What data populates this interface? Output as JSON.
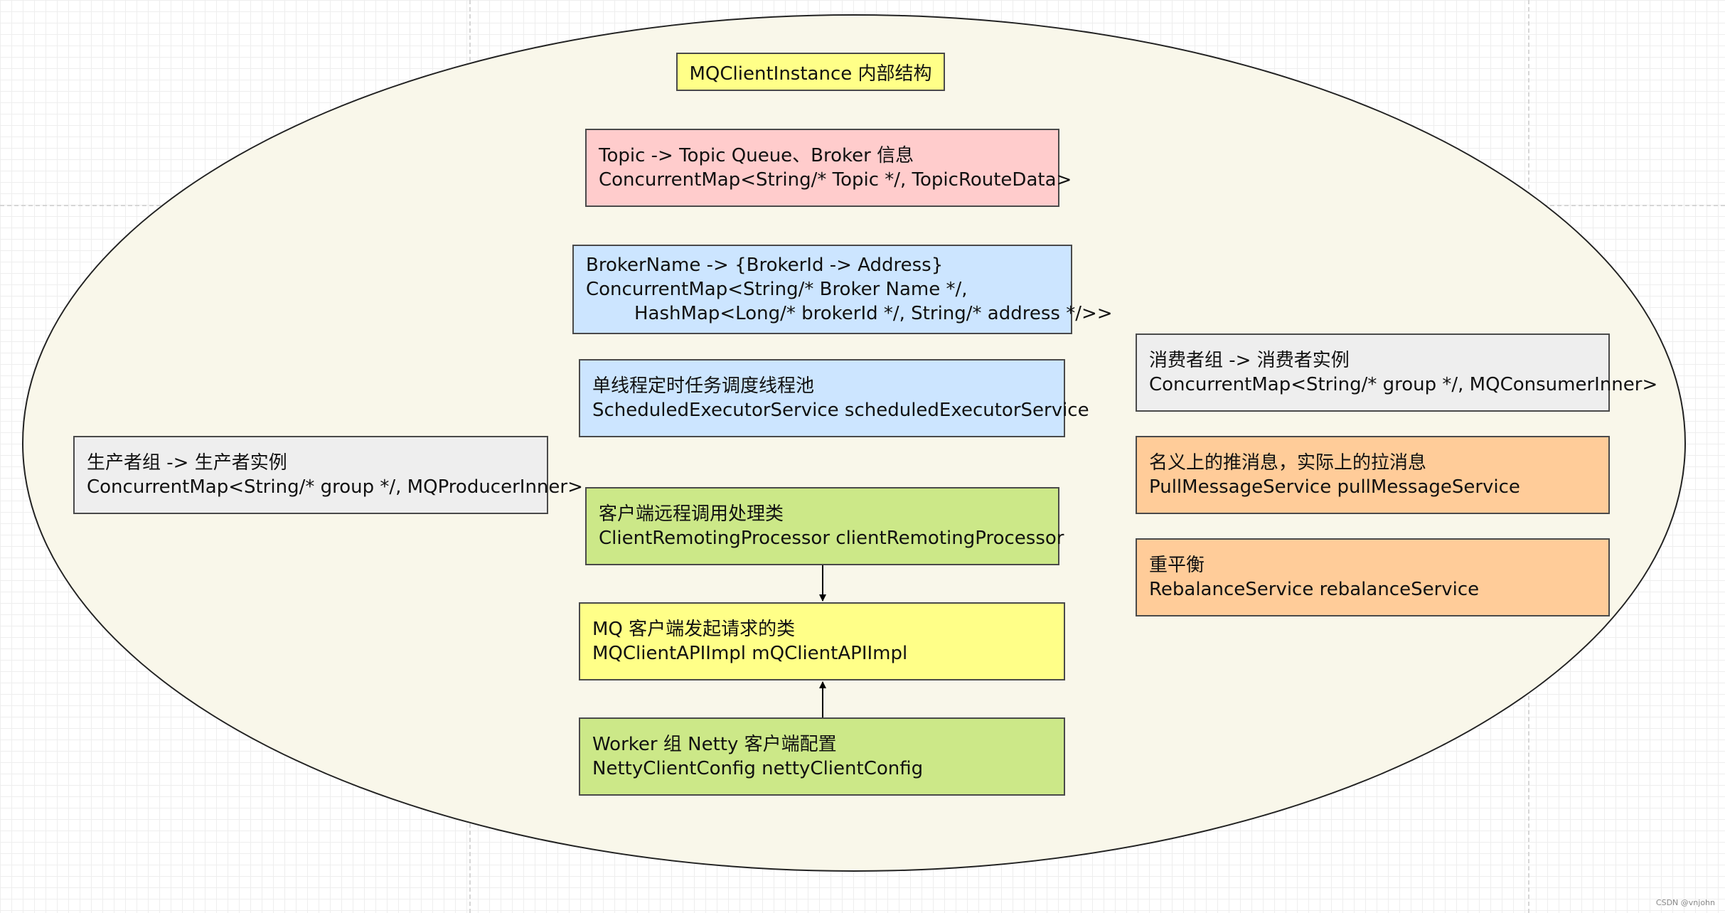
{
  "title": "MQClientInstance 内部结构",
  "nodes": {
    "topic_route": {
      "line1": "Topic -> Topic Queue、Broker 信息",
      "line2": "ConcurrentMap<String/* Topic */, TopicRouteData>"
    },
    "broker_addr": {
      "line1": "BrokerName -> {BrokerId -> Address}",
      "line2": "ConcurrentMap<String/* Broker Name */,",
      "line3": "HashMap<Long/* brokerId */, String/* address */>>"
    },
    "scheduled_executor": {
      "line1": "单线程定时任务调度线程池",
      "line2": "ScheduledExecutorService scheduledExecutorService"
    },
    "producer_table": {
      "line1": "生产者组 -> 生产者实例",
      "line2": "ConcurrentMap<String/* group */, MQProducerInner>"
    },
    "remoting_processor": {
      "line1": "客户端远程调用处理类",
      "line2": "ClientRemotingProcessor clientRemotingProcessor"
    },
    "api_impl": {
      "line1": "MQ 客户端发起请求的类",
      "line2": "MQClientAPIImpl mQClientAPIImpl"
    },
    "netty_config": {
      "line1": "Worker 组 Netty 客户端配置",
      "line2": "NettyClientConfig nettyClientConfig"
    },
    "consumer_table": {
      "line1": "消费者组 -> 消费者实例",
      "line2": "ConcurrentMap<String/* group */, MQConsumerInner>"
    },
    "pull_service": {
      "line1": "名义上的推消息，实际上的拉消息",
      "line2": "PullMessageService pullMessageService"
    },
    "rebalance_service": {
      "line1": "重平衡",
      "line2": "RebalanceService rebalanceService"
    }
  },
  "edges": [
    {
      "from": "remoting_processor",
      "to": "api_impl"
    },
    {
      "from": "netty_config",
      "to": "api_impl"
    }
  ],
  "watermark": "CSDN @vnjohn",
  "colors": {
    "title": "#ffff88",
    "pink": "#ffcccc",
    "blue": "#cce5ff",
    "grey": "#eeeeee",
    "green": "#cce888",
    "yellow": "#ffff88",
    "orange": "#ffcc99",
    "ellipse": "#f9f7ea"
  }
}
